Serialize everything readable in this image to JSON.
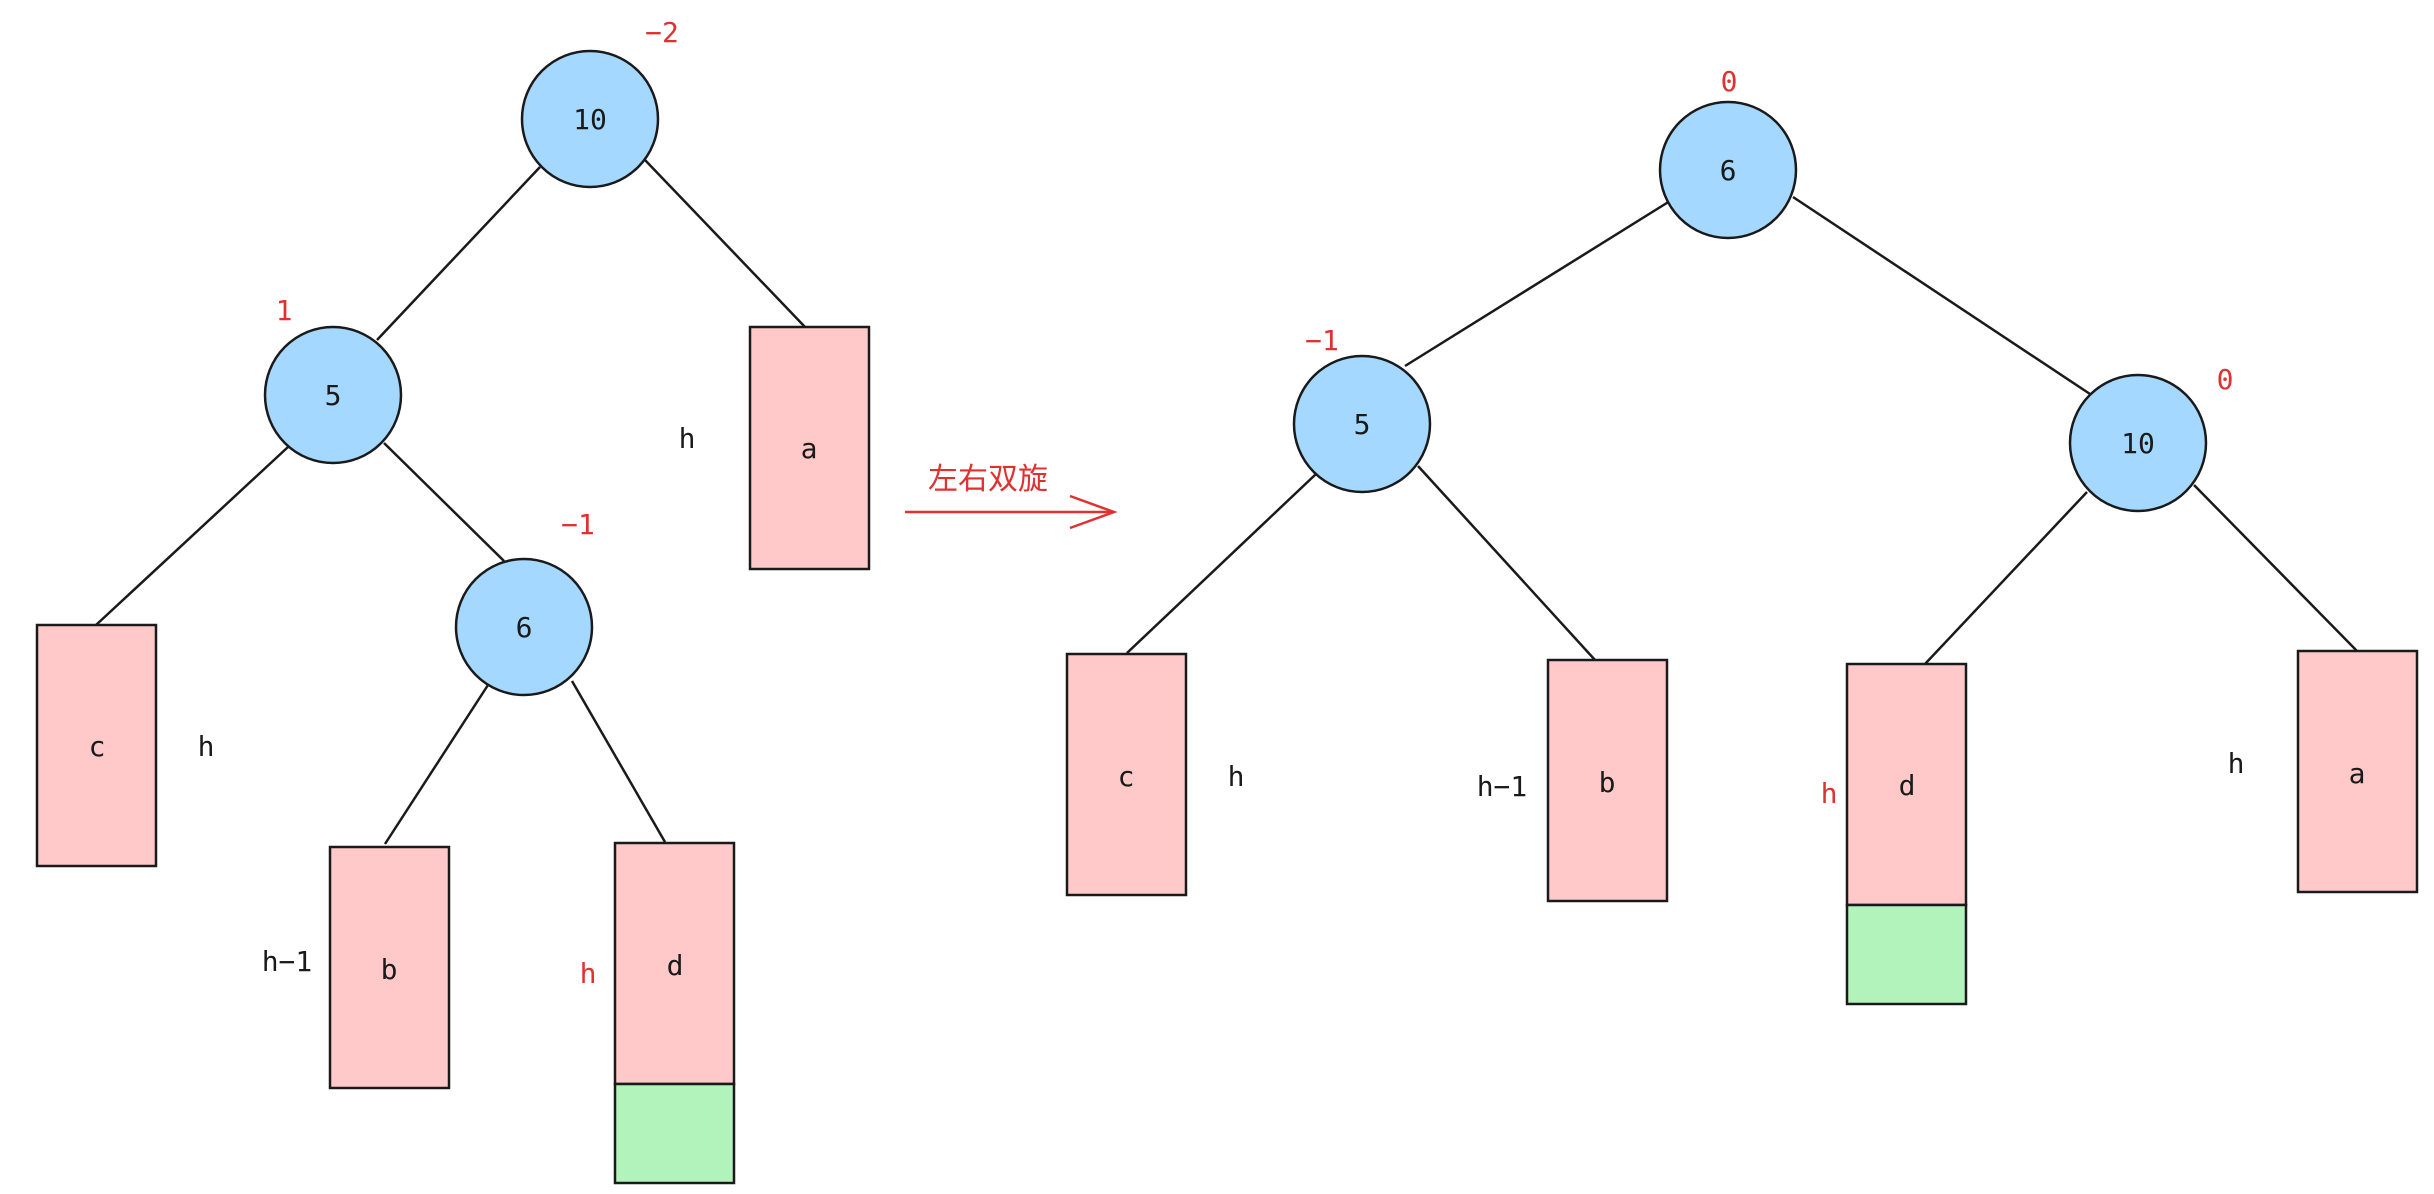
{
  "operation": {
    "label": "左右双旋"
  },
  "before": {
    "nodes": {
      "n10": {
        "key": "10",
        "bf": "−2"
      },
      "n5": {
        "key": "5",
        "bf": "1"
      },
      "n6": {
        "key": "6",
        "bf": "−1"
      }
    },
    "subtrees": {
      "a": {
        "label": "a",
        "height": "h"
      },
      "c": {
        "label": "c",
        "height": "h"
      },
      "b": {
        "label": "b",
        "height": "h−1"
      },
      "d": {
        "label": "d",
        "height": "h"
      }
    }
  },
  "after": {
    "nodes": {
      "n6": {
        "key": "6",
        "bf": "0"
      },
      "n5": {
        "key": "5",
        "bf": "−1"
      },
      "n10": {
        "key": "10",
        "bf": "0"
      }
    },
    "subtrees": {
      "c": {
        "label": "c",
        "height": "h"
      },
      "b": {
        "label": "b",
        "height": "h−1"
      },
      "d": {
        "label": "d",
        "height": "h"
      },
      "a": {
        "label": "a",
        "height": "h"
      }
    }
  },
  "colors": {
    "node_fill": "#a5d8ff",
    "subtree_fill": "#ffc9c9",
    "inserted_fill": "#b2f2bb",
    "annotation": "#e03131"
  }
}
